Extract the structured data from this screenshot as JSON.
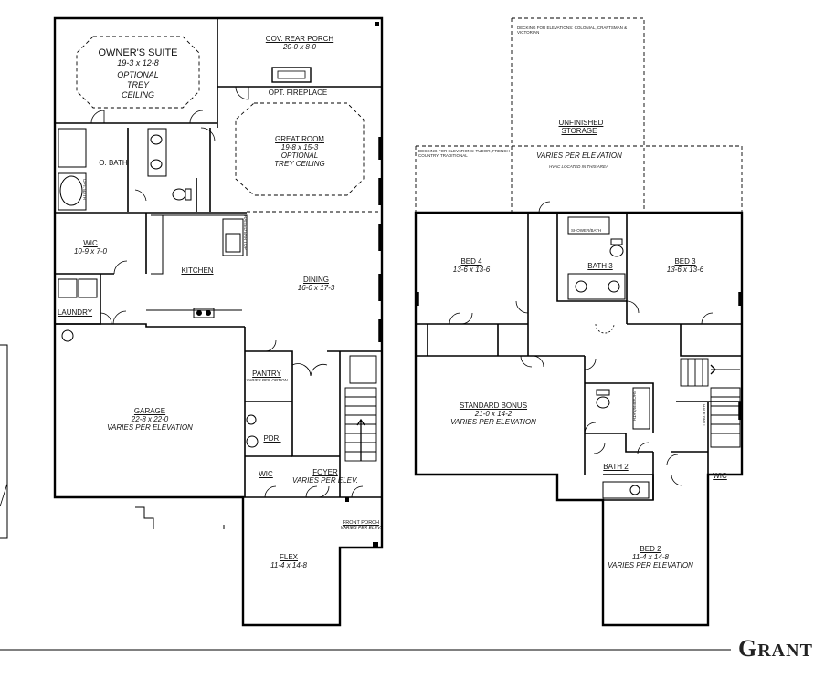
{
  "title": "GRANT",
  "notes": {
    "decking_upper": "DECKING FOR ELEVATIONS: COLONIAL, CRAFTSMAN & VICTORIAN",
    "decking_lower": "DECKING FOR ELEVATIONS: TUDOR, FRENCH COUNTRY, TRADITIONAL",
    "hvac": "HVAC LOCATED IN THIS AREA",
    "pantry_note": "VARIES PER OPTION",
    "raised_bar": "RAISED BAR TOP",
    "half_wall": "HALF WALL",
    "shower_bath": "SHOWER/BATH",
    "opt_bath": "OPT. BATH"
  },
  "first_floor": [
    {
      "key": "owners_suite",
      "name": "OWNER'S SUITE",
      "dims": "19-3 x 12-8",
      "extra": "OPTIONAL TREY CEILING"
    },
    {
      "key": "rear_porch",
      "name": "COV. REAR PORCH",
      "dims": "20-0 x 8-0",
      "extra": ""
    },
    {
      "key": "fireplace",
      "name": "",
      "dims": "",
      "extra": "OPT. FIREPLACE"
    },
    {
      "key": "great_room",
      "name": "GREAT ROOM",
      "dims": "19-8 x 15-3",
      "extra": "OPTIONAL TREY CEILING"
    },
    {
      "key": "o_bath",
      "name": "O. BATH",
      "dims": "",
      "extra": ""
    },
    {
      "key": "wic",
      "name": "WIC",
      "dims": "10-9 x 7-0",
      "extra": ""
    },
    {
      "key": "kitchen",
      "name": "KITCHEN",
      "dims": "",
      "extra": ""
    },
    {
      "key": "dining",
      "name": "DINING",
      "dims": "16-0 x 17-3",
      "extra": ""
    },
    {
      "key": "laundry",
      "name": "LAUNDRY",
      "dims": "",
      "extra": ""
    },
    {
      "key": "pantry",
      "name": "PANTRY",
      "dims": "",
      "extra": "VARIES PER OPTION"
    },
    {
      "key": "garage",
      "name": "GARAGE",
      "dims": "22-8 x 22-0",
      "extra": "VARIES PER ELEVATION"
    },
    {
      "key": "pdr",
      "name": "PDR.",
      "dims": "",
      "extra": ""
    },
    {
      "key": "wic2",
      "name": "WIC",
      "dims": "",
      "extra": ""
    },
    {
      "key": "foyer",
      "name": "FOYER",
      "dims": "",
      "extra": "VARIES PER ELEV."
    },
    {
      "key": "front_porch",
      "name": "FRONT PORCH",
      "dims": "",
      "extra": "VARIES PER ELEV."
    },
    {
      "key": "flex",
      "name": "FLEX",
      "dims": "11-4 x 14-8",
      "extra": ""
    }
  ],
  "second_floor": [
    {
      "key": "storage",
      "name": "UNFINISHED STORAGE",
      "dims": "",
      "extra": "VARIES PER ELEVATION"
    },
    {
      "key": "bed4",
      "name": "BED 4",
      "dims": "13-6 x 13-6",
      "extra": ""
    },
    {
      "key": "bath3",
      "name": "BATH 3",
      "dims": "",
      "extra": ""
    },
    {
      "key": "bed3",
      "name": "BED 3",
      "dims": "13-6 x 13-6",
      "extra": ""
    },
    {
      "key": "bonus",
      "name": "STANDARD BONUS",
      "dims": "21-0 x 14-2",
      "extra": "VARIES PER ELEVATION"
    },
    {
      "key": "bath2",
      "name": "BATH 2",
      "dims": "",
      "extra": ""
    },
    {
      "key": "wic3",
      "name": "WIC",
      "dims": "",
      "extra": ""
    },
    {
      "key": "bed2",
      "name": "BED 2",
      "dims": "11-4 x 14-8",
      "extra": "VARIES PER ELEVATION"
    }
  ]
}
